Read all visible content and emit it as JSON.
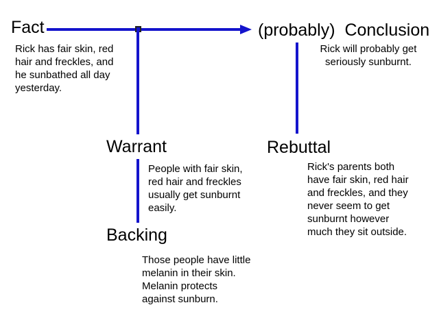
{
  "diagram": {
    "connector_color": "#1414cc",
    "nodes": {
      "fact": {
        "label": "Fact",
        "body": [
          "Rick has fair skin, red",
          "hair and freckles, and",
          "he sunbathed all day",
          "yesterday."
        ]
      },
      "conclusion": {
        "label": "(probably)  Conclusion",
        "body": [
          "Rick will probably get",
          "seriously sunburnt."
        ]
      },
      "warrant": {
        "label": "Warrant",
        "body": [
          "People with fair skin,",
          "red hair and freckles",
          "usually get sunburnt",
          "easily."
        ]
      },
      "backing": {
        "label": "Backing",
        "body": [
          "Those people have little",
          "melanin in their skin.",
          "Melanin protects",
          "against sunburn."
        ]
      },
      "rebuttal": {
        "label": "Rebuttal",
        "body": [
          "Rick's parents both",
          "have fair skin, red hair",
          "and freckles, and they",
          "never seem to get",
          "sunburnt however",
          "much they sit outside."
        ]
      }
    },
    "edges": [
      "fact -> conclusion (arrow)",
      "junction -> warrant -> backing",
      "conclusion -> rebuttal"
    ]
  }
}
